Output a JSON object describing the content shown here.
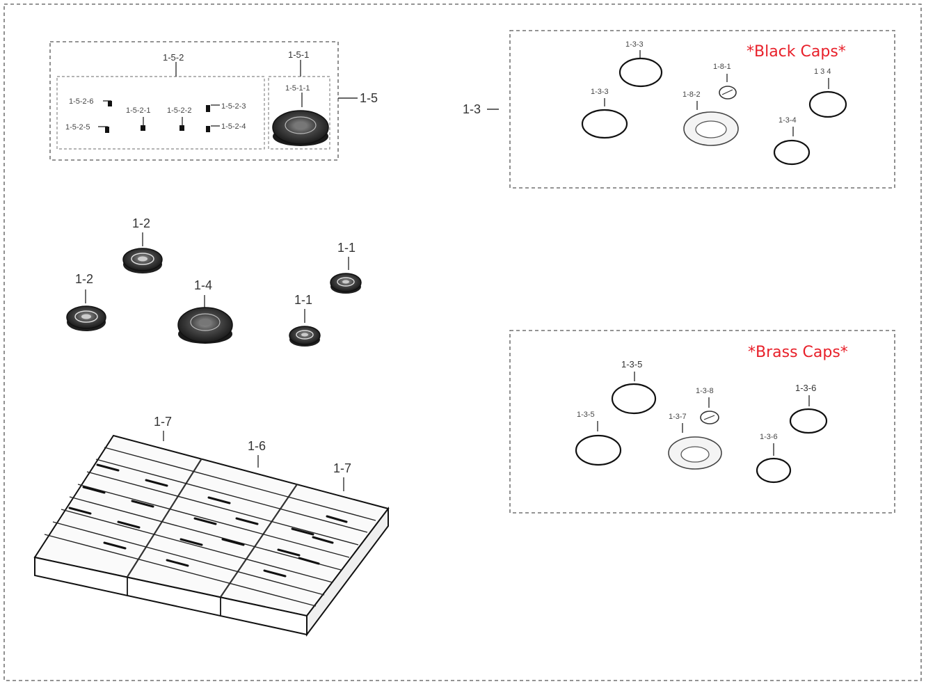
{
  "labels": {
    "g15": "1-5",
    "g152": "1-5-2",
    "g151": "1-5-1",
    "g1511": "1-5-1-1",
    "s1526": "1-5-2-6",
    "s1521": "1-5-2-1",
    "s1522": "1-5-2-2",
    "s1523": "1-5-2-3",
    "s1525": "1-5-2-5",
    "s1524": "1-5-2-4",
    "g13": "1-3",
    "b133a": "1-3-3",
    "b133b": "1-3-3",
    "b181": "1-8-1",
    "b182": "1-8-2",
    "b134a": "1 3 4",
    "b134b": "1-3-4",
    "r135a": "1-3-5",
    "r135b": "1-3-5",
    "r138": "1-3-8",
    "r137": "1-3-7",
    "r136a": "1-3-6",
    "r136b": "1-3-6",
    "p12a": "1-2",
    "p12b": "1-2",
    "p14": "1-4",
    "p11a": "1-1",
    "p11b": "1-1",
    "p17a": "1-7",
    "p16": "1-6",
    "p17b": "1-7"
  },
  "black_caps_title": "*Black Caps*",
  "brass_caps_title": "*Brass Caps*",
  "colors": {
    "caps_title": "#e8202a",
    "line": "#333333",
    "burner_dark": "#2a2a2a"
  }
}
